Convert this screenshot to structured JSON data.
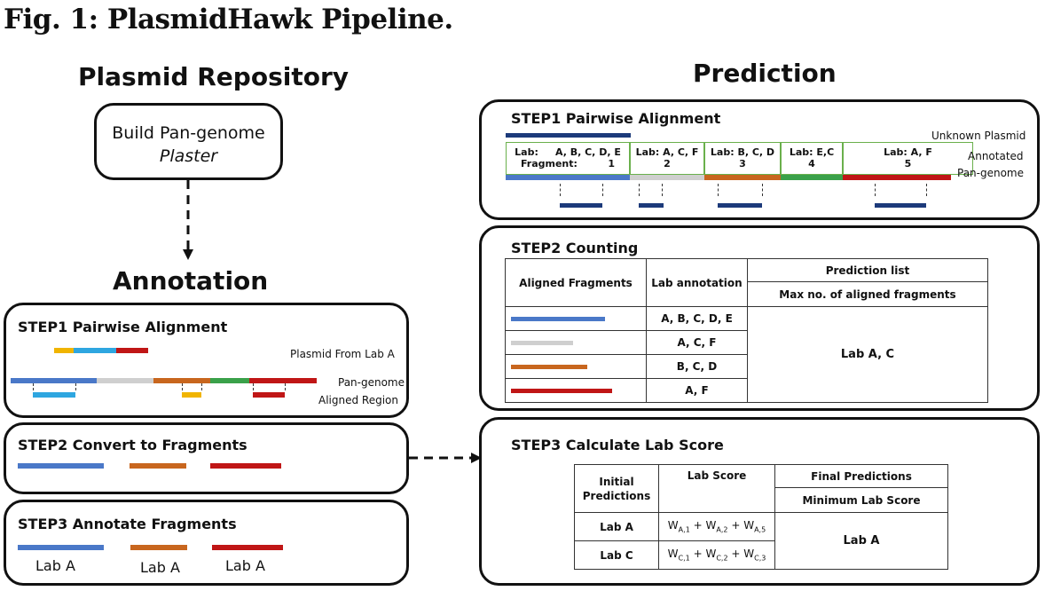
{
  "figure_title": "Fig. 1: PlasmidHawk Pipeline.",
  "left": {
    "repo_title": "Plasmid Repository",
    "build_line1": "Build Pan-genome",
    "build_line2": "Plaster",
    "annotation_title": "Annotation",
    "step1_title": "STEP1 Pairwise Alignment",
    "plasmid_from_label": "Plasmid From Lab A",
    "pangenome_label": "Pan-genome",
    "aligned_region_label": "Aligned Region",
    "step2_title": "STEP2 Convert to Fragments",
    "step3_title": "STEP3 Annotate Fragments",
    "lab_labels": [
      "Lab A",
      "Lab A",
      "Lab A"
    ]
  },
  "right": {
    "prediction_title": "Prediction",
    "step1_title": "STEP1 Pairwise Alignment",
    "unknown_plasmid_label": "Unknown Plasmid",
    "annotated_label_line1": "Annotated",
    "annotated_label_line2": "Pan-genome",
    "segments": [
      {
        "lab": "Lab:     A, B, C, D, E",
        "fragment": "Fragment:         1"
      },
      {
        "lab": "Lab: A, C, F",
        "fragment": "2"
      },
      {
        "lab": "Lab: B, C, D",
        "fragment": "3"
      },
      {
        "lab": "Lab: E,C",
        "fragment": "4"
      },
      {
        "lab": "Lab: A, F",
        "fragment": "5"
      }
    ],
    "step2_title": "STEP2 Counting",
    "counting_table": {
      "col_aligned": "Aligned Fragments",
      "col_lab": "Lab annotation",
      "col_pred": "Prediction list",
      "col_pred_sub": "Max no. of aligned fragments",
      "rows": [
        "A, B, C, D, E",
        "A, C, F",
        "B, C, D",
        "A, F"
      ],
      "result": "Lab A, C"
    },
    "step3_title": "STEP3 Calculate Lab Score",
    "score_table": {
      "col_initial_1": "Initial",
      "col_initial_2": "Predictions",
      "col_score": "Lab Score",
      "col_final": "Final Predictions",
      "col_final_sub": "Minimum Lab Score",
      "rows": [
        {
          "lab": "Lab A",
          "w": "W",
          "s1": "A,1",
          "s2": "A,2",
          "s3": "A,5"
        },
        {
          "lab": "Lab C",
          "w": "W",
          "s1": "C,1",
          "s2": "C,2",
          "s3": "C,3"
        }
      ],
      "plus": "+",
      "result": "Lab A"
    }
  },
  "colors": {
    "blue": "#4a78c8",
    "gray": "#cfcfcf",
    "orange": "#c8661e",
    "green": "#3aa14a",
    "red": "#c01616",
    "navy": "#1c3a7a",
    "yellow": "#f0b400",
    "cyan": "#2ea6e0",
    "segment_border": "#6ab04c"
  }
}
